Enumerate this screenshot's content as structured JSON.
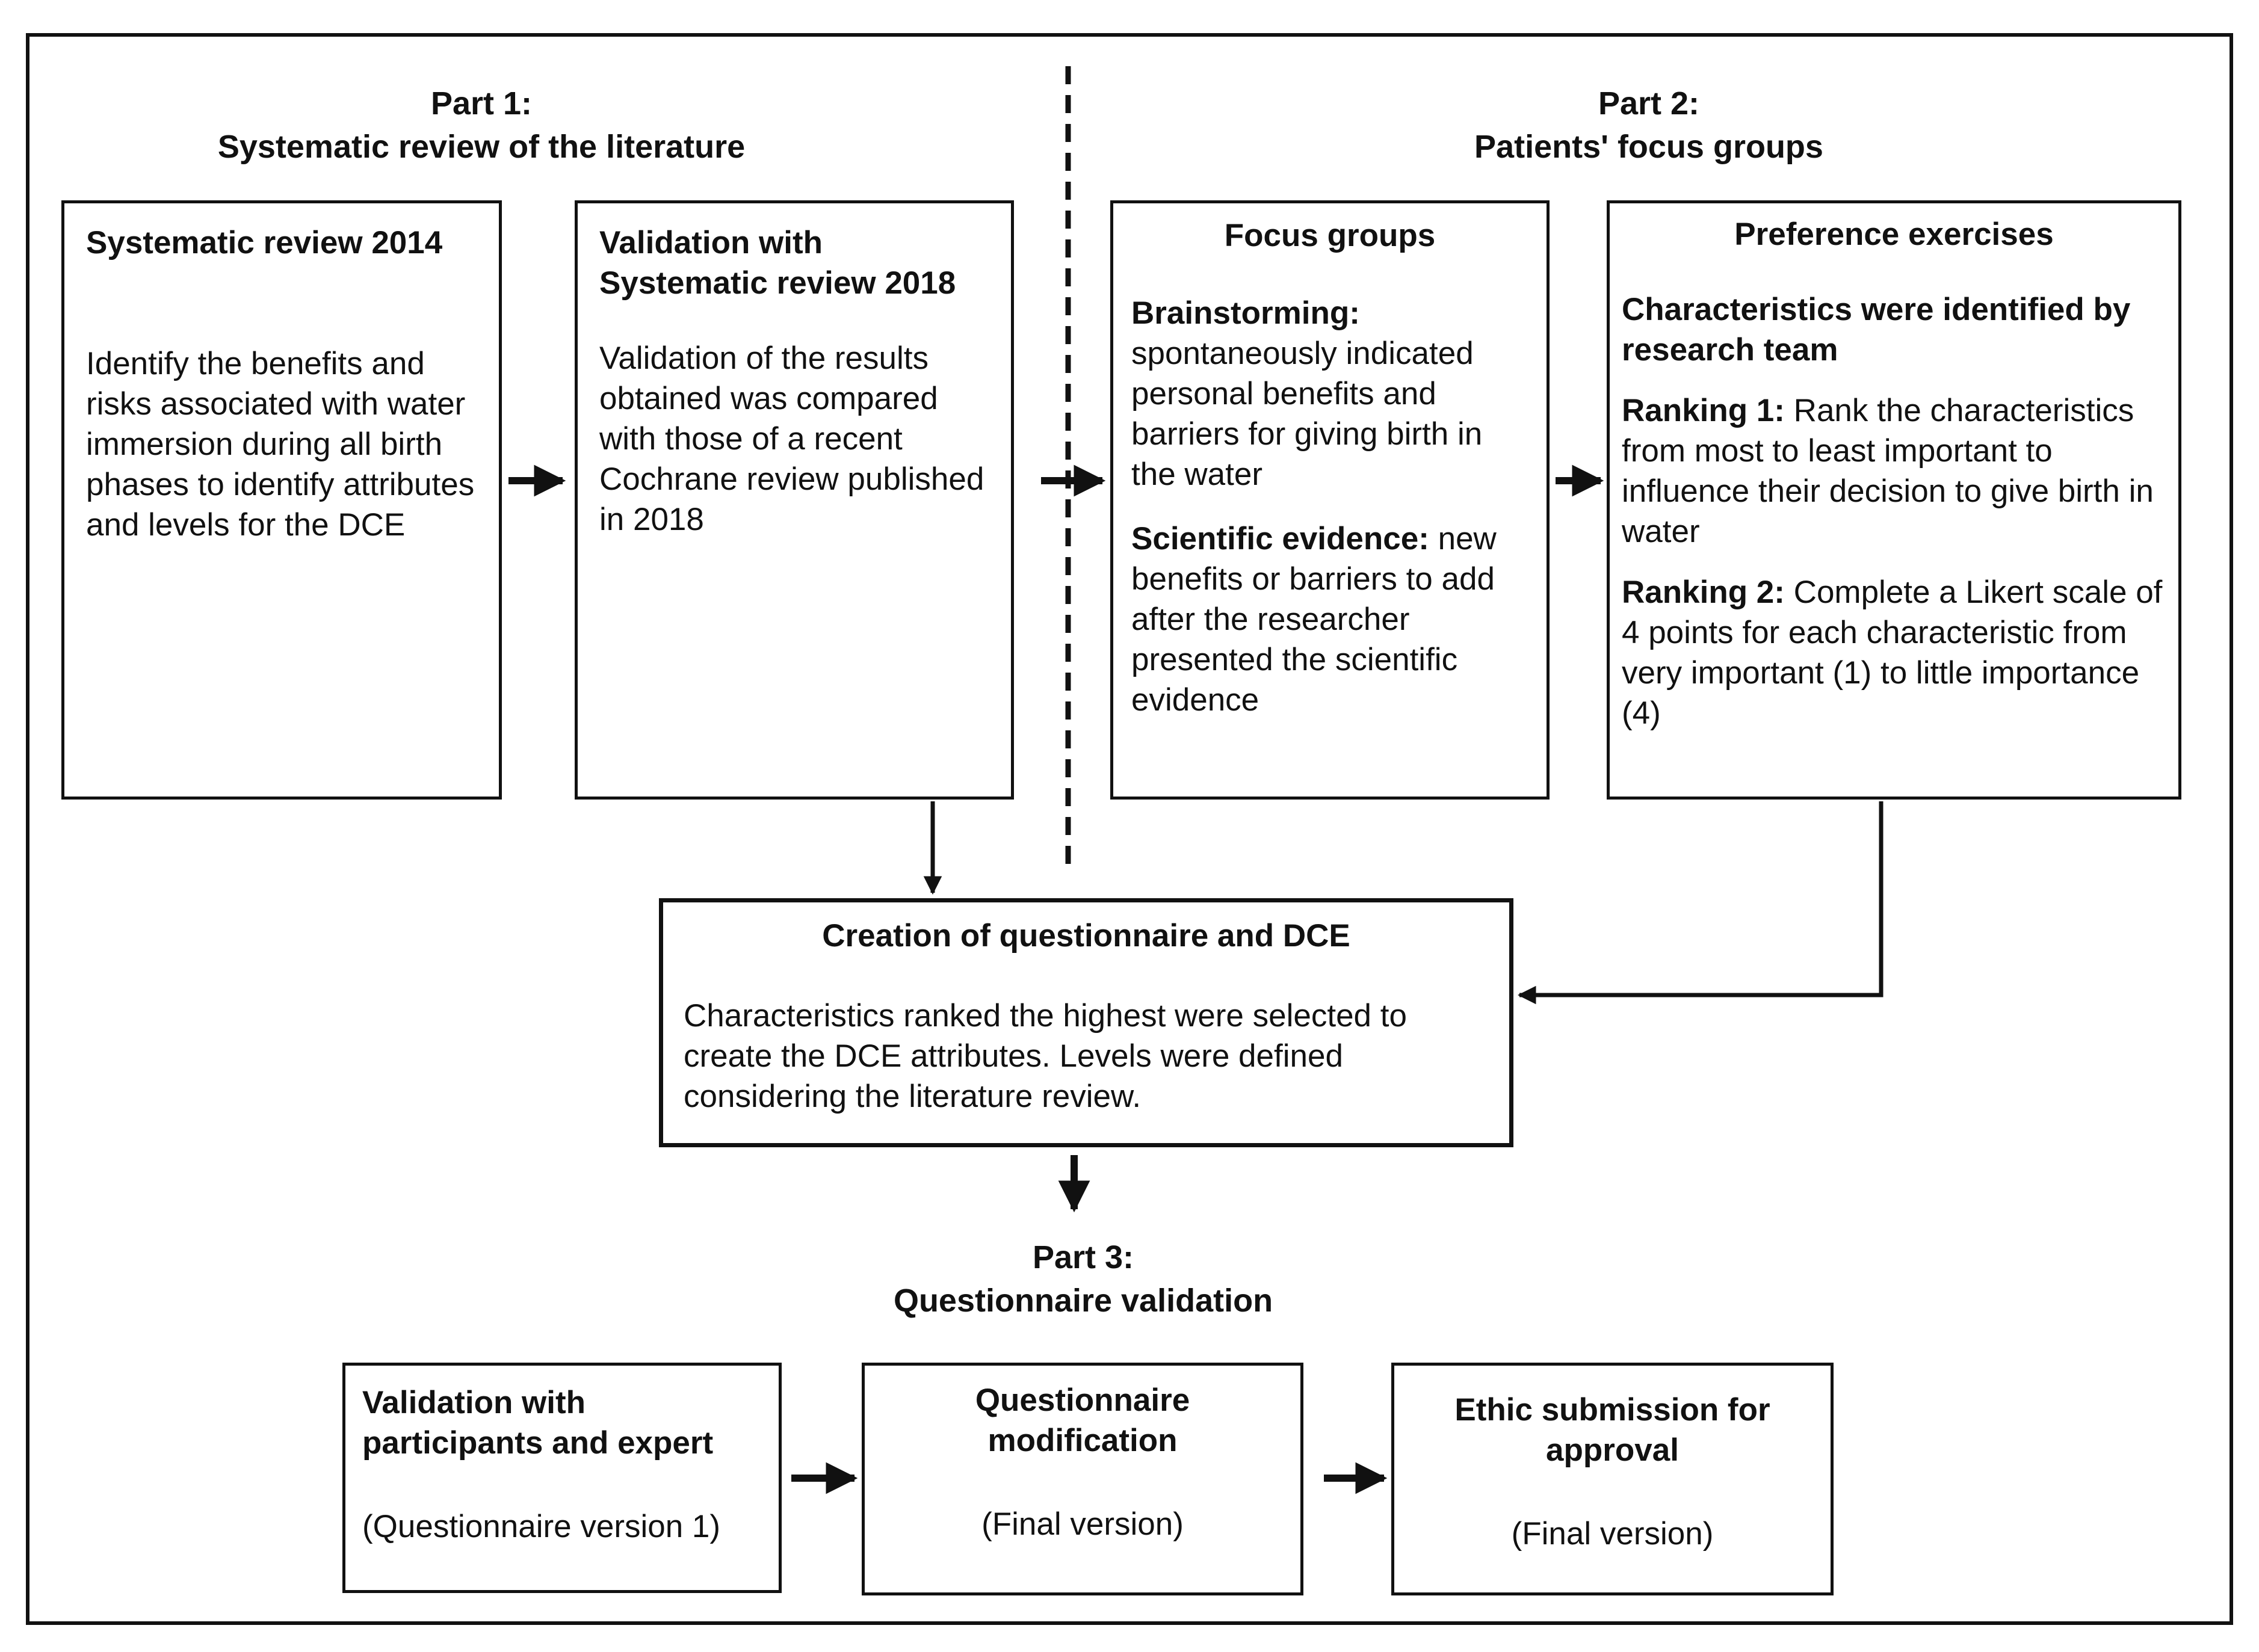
{
  "part1": {
    "label": "Part 1:",
    "title": "Systematic review of the literature",
    "box_review_2014": {
      "title": "Systematic review 2014",
      "text": "Identify the benefits and risks associated with water immersion during all birth phases to identify attributes and levels for the DCE"
    },
    "box_validation_2018": {
      "title_line1": "Validation with",
      "title_line2": "Systematic review 2018",
      "text": "Validation of the results obtained was compared with those of a recent Cochrane review published in 2018"
    }
  },
  "part2": {
    "label": "Part 2:",
    "title": "Patients' focus groups",
    "box_focus_groups": {
      "title": "Focus groups",
      "brainstorming_label": "Brainstorming:",
      "brainstorming_text": "spontaneously indicated personal benefits and barriers for giving birth in the water",
      "evidence_label": "Scientific evidence:",
      "evidence_text": "new benefits or barriers to add after the researcher presented the scientific evidence"
    },
    "box_preference": {
      "title": "Preference exercises",
      "characteristics_text": "Characteristics were identified by research team",
      "ranking1_label": "Ranking 1:",
      "ranking1_text": "Rank the characteristics from most to least important to influence their decision to give birth in water",
      "ranking2_label": "Ranking 2:",
      "ranking2_text": "Complete a Likert scale of 4 points for each characteristic from very important (1) to little importance (4)"
    }
  },
  "creation": {
    "title": "Creation of questionnaire and DCE",
    "text": "Characteristics ranked the highest were selected to create the DCE attributes. Levels were defined considering the literature review."
  },
  "part3": {
    "label": "Part 3:",
    "title": "Questionnaire validation",
    "box_validation_participants": {
      "title_line1": "Validation with",
      "title_line2": "participants and expert",
      "note": "(Questionnaire version 1)"
    },
    "box_modification": {
      "title_line1": "Questionnaire",
      "title_line2": "modification",
      "note": "(Final version)"
    },
    "box_ethic": {
      "title_line1": "Ethic submission for",
      "title_line2": "approval",
      "note": "(Final version)"
    }
  },
  "colors": {
    "line": "#111111",
    "background": "#ffffff"
  }
}
